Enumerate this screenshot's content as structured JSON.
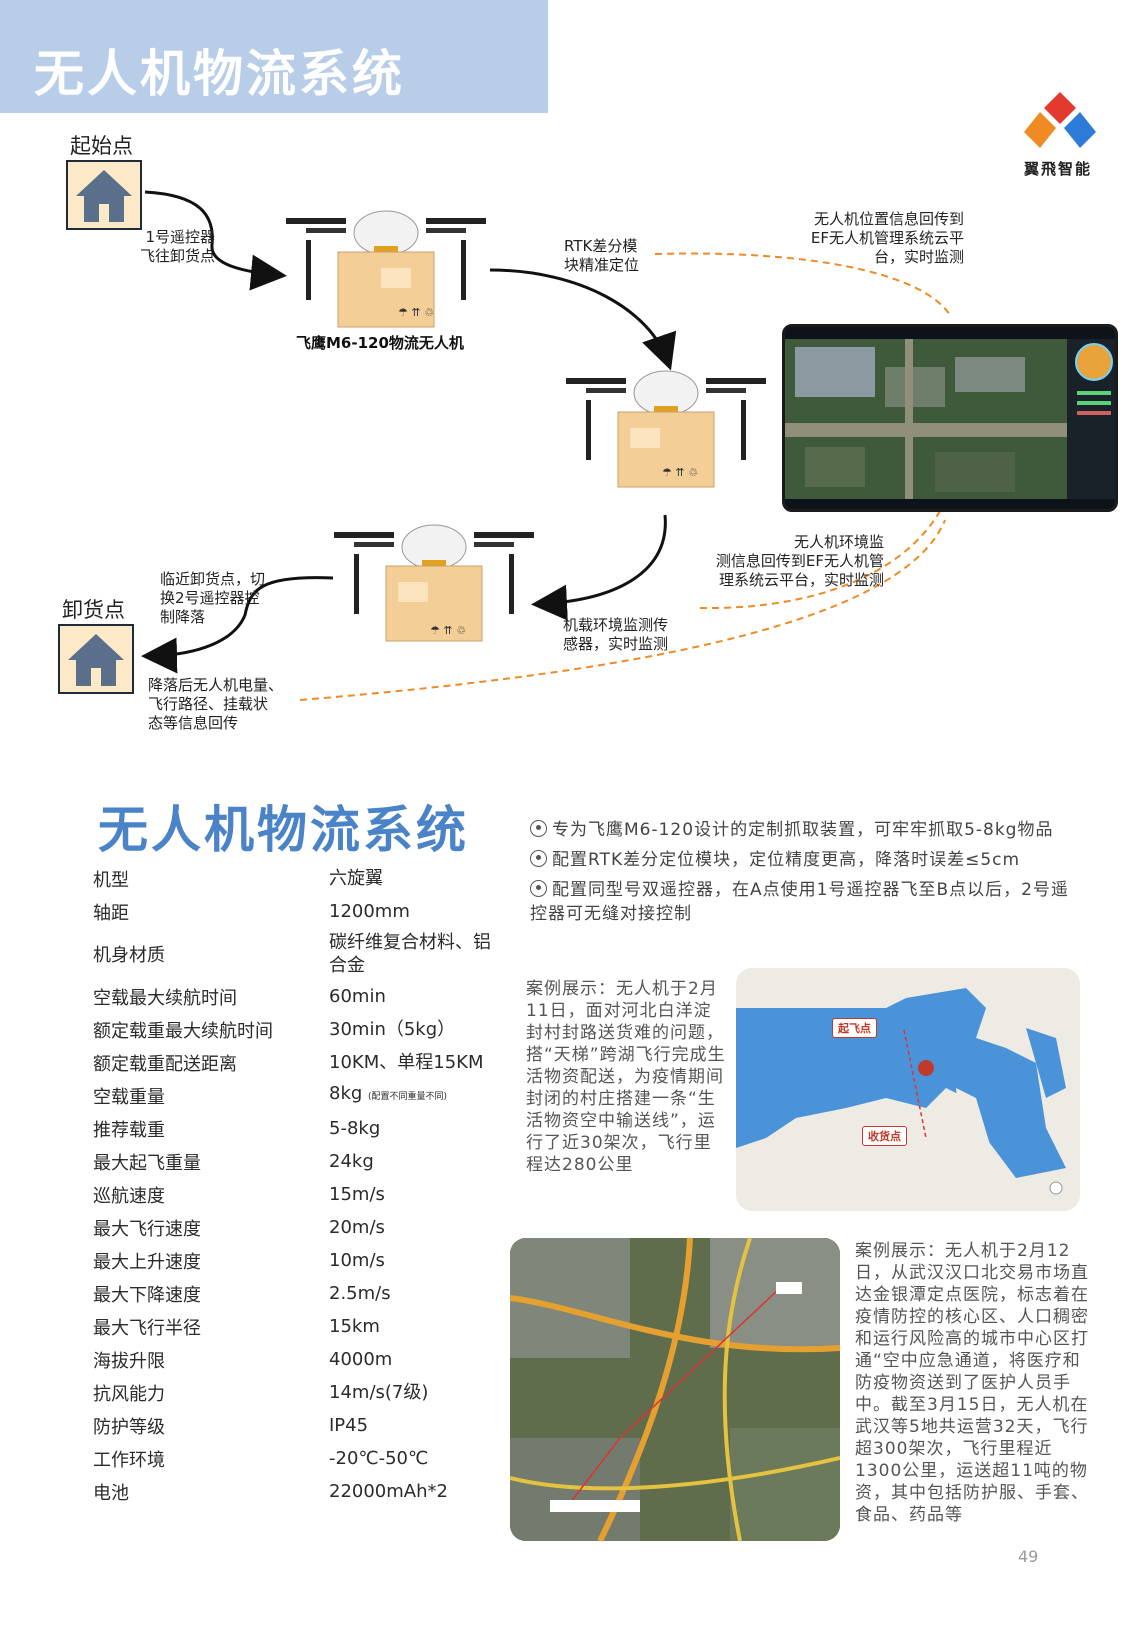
{
  "header": {
    "title": "无人机物流系统"
  },
  "logo": {
    "text": "翼飛智能"
  },
  "diagram": {
    "start_point": "起始点",
    "end_point": "卸货点",
    "step1_label": [
      "1号遥控器",
      "飞往卸货点"
    ],
    "drone_caption": "飞鹰M6-120物流无人机",
    "rtk_label": [
      "RTK差分模",
      "块精准定位"
    ],
    "cloud_label": [
      "无人机位置信息回传到",
      "EF无人机管理系统云平",
      "台，实时监测"
    ],
    "env_label": [
      "无人机环境监",
      "测信息回传到EF无人机管",
      "理系统云平台，实时监测"
    ],
    "sensor_label": [
      "机载环境监测传",
      "感器，实时监测"
    ],
    "switch_label": [
      "临近卸货点，切",
      "换2号遥控器控",
      "制降落"
    ],
    "after_label": [
      "降落后无人机电量、",
      "飞行路径、挂载状",
      "态等信息回传"
    ]
  },
  "specs": {
    "title": "无人机物流系统",
    "rows": [
      {
        "k": "机型",
        "v": "六旋翼"
      },
      {
        "k": "轴距",
        "v": "1200mm"
      },
      {
        "k": "机身材质",
        "v": "碳纤维复合材料、铝合金"
      },
      {
        "k": "空载最大续航时间",
        "v": "60min"
      },
      {
        "k": "额定载重最大续航时间",
        "v": "30min（5kg）"
      },
      {
        "k": "额定载重配送距离",
        "v": "10KM、单程15KM"
      },
      {
        "k": "空载重量",
        "v": "8kg",
        "note": "(配置不同重量不同)"
      },
      {
        "k": "推荐载重",
        "v": "5-8kg"
      },
      {
        "k": "最大起飞重量",
        "v": "24kg"
      },
      {
        "k": "巡航速度",
        "v": "15m/s"
      },
      {
        "k": "最大飞行速度",
        "v": "20m/s"
      },
      {
        "k": "最大上升速度",
        "v": "10m/s"
      },
      {
        "k": "最大下降速度",
        "v": "2.5m/s"
      },
      {
        "k": "最大飞行半径",
        "v": "15km"
      },
      {
        "k": "海拔升限",
        "v": "4000m"
      },
      {
        "k": "抗风能力",
        "v": "14m/s(7级)"
      },
      {
        "k": "防护等级",
        "v": "IP45"
      },
      {
        "k": "工作环境",
        "v": "-20℃-50℃"
      },
      {
        "k": "电池",
        "v": "22000mAh*2"
      }
    ]
  },
  "features": [
    "专为飞鹰M6-120设计的定制抓取装置，可牢牢抓取5-8kg物品",
    "配置RTK差分定位模块，定位精度更高，降落时误差≤5cm",
    "配置同型号双遥控器，在A点使用1号遥控器飞至B点以后，2号遥控器可无缝对接控制"
  ],
  "case1": {
    "text": "案例展示：无人机于2月11日，面对河北白洋淀封村封路送货难的问题，搭“天梯”跨湖飞行完成生活物资配送，为疫情期间封闭的村庄搭建一条“生活物资空中输送线”，运行了近30架次，飞行里程达280公里",
    "takeoff_tag": "起飞点",
    "receive_tag": "收货点"
  },
  "case2": {
    "text": "案例展示：无人机于2月12日，从武汉汉口北交易市场直达金银潭定点医院，标志着在疫情防控的核心区、人口稠密和运行风险高的城市中心区打通“空中应急通道，将医疗和防疫物资送到了医护人员手中。截至3月15日，无人机在武汉等5地共运营32天，飞行超300架次，飞行里程近1300公里，运送超11吨的物资，其中包括防护服、手套、食品、药品等"
  },
  "page_number": "49"
}
